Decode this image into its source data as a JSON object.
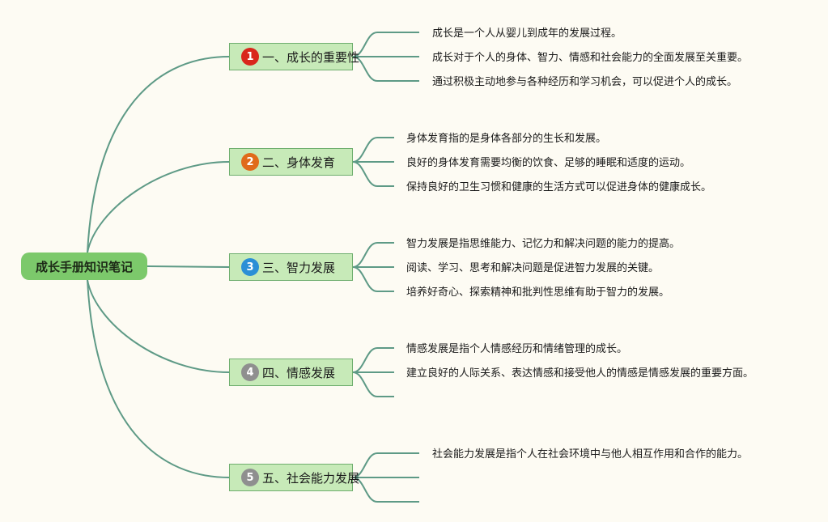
{
  "root": {
    "label": "成长手册知识笔记"
  },
  "colors": {
    "line": "#5e9a86",
    "root_fill": "#7cc96b",
    "branch_fill": "#c7eab8",
    "branch_border": "#6fae6e"
  },
  "branches": [
    {
      "number": "1",
      "badge_color": "#d9261c",
      "label": "一、成长的重要性",
      "items": [
        "成长是一个人从婴儿到成年的发展过程。",
        "成长对于个人的身体、智力、情感和社会能力的全面发展至关重要。",
        "通过积极主动地参与各种经历和学习机会，可以促进个人的成长。"
      ]
    },
    {
      "number": "2",
      "badge_color": "#e06a1b",
      "label": "二、身体发育",
      "items": [
        "身体发育指的是身体各部分的生长和发展。",
        "良好的身体发育需要均衡的饮食、足够的睡眠和适度的运动。",
        "保持良好的卫生习惯和健康的生活方式可以促进身体的健康成长。"
      ]
    },
    {
      "number": "3",
      "badge_color": "#2b8fd6",
      "label": "三、智力发展",
      "items": [
        "智力发展是指思维能力、记忆力和解决问题的能力的提高。",
        "阅读、学习、思考和解决问题是促进智力发展的关键。",
        "培养好奇心、探索精神和批判性思维有助于智力的发展。"
      ]
    },
    {
      "number": "4",
      "badge_color": "#8f8f8f",
      "label": "四、情感发展",
      "items": [
        "情感发展是指个人情感经历和情绪管理的成长。",
        "建立良好的人际关系、表达情感和接受他人的情感是情感发展的重要方面。",
        ""
      ]
    },
    {
      "number": "5",
      "badge_color": "#8f8f8f",
      "label": "五、社会能力发展",
      "items": [
        "社会能力发展是指个人在社会环境中与他人相互作用和合作的能力。",
        "",
        ""
      ]
    }
  ]
}
